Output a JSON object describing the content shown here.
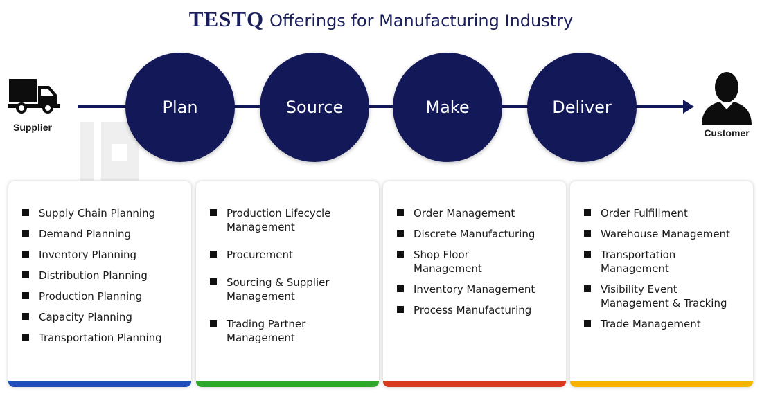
{
  "title": {
    "brand": "TESTQ",
    "text": "Offerings for Manufacturing Industry"
  },
  "colors": {
    "navy": "#131858",
    "plan": "#1f4fb8",
    "source": "#2fa82a",
    "make": "#d83a1e",
    "deliver": "#f5b300"
  },
  "icons": {
    "supplier": "truck-icon",
    "customer": "person-icon"
  },
  "endpoints": {
    "supplier": "Supplier",
    "customer": "Customer"
  },
  "stages": [
    {
      "label": "Plan"
    },
    {
      "label": "Source"
    },
    {
      "label": "Make"
    },
    {
      "label": "Deliver"
    }
  ],
  "cards": [
    {
      "items": [
        "Supply Chain Planning",
        "Demand Planning",
        "Inventory Planning",
        "Distribution Planning",
        "Production Planning",
        "Capacity Planning",
        "Transportation Planning"
      ]
    },
    {
      "items": [
        "Production Lifecycle Management",
        "Procurement",
        "Sourcing & Supplier Management",
        "Trading Partner Management"
      ]
    },
    {
      "items": [
        "Order Management",
        "Discrete Manufacturing",
        "Shop Floor Management",
        "Inventory Management",
        "Process Manufacturing"
      ]
    },
    {
      "items": [
        "Order Fulfillment",
        "Warehouse Management",
        "Transportation Management",
        "Visibility Event Management & Tracking",
        "Trade Management"
      ]
    }
  ]
}
